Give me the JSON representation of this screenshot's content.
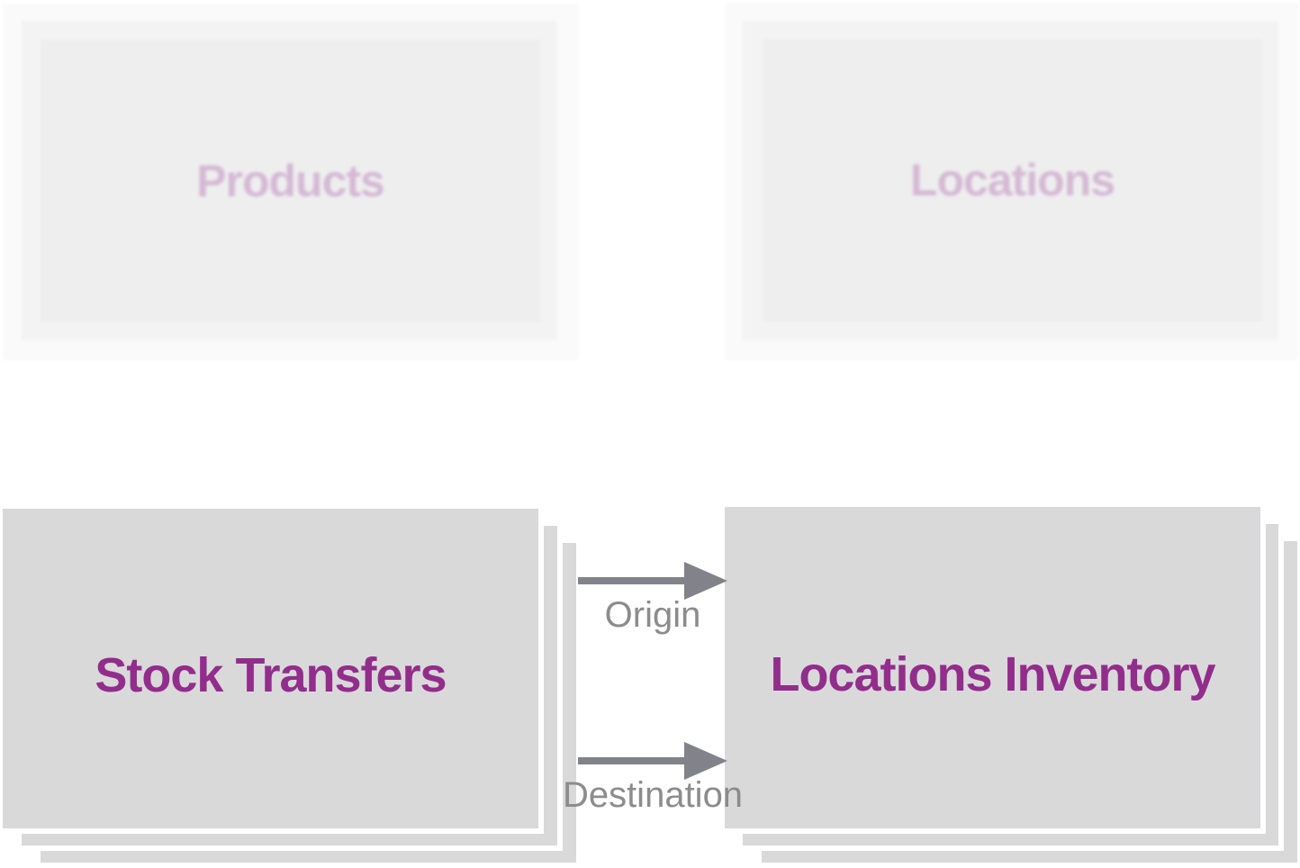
{
  "cards": {
    "products": {
      "label": "Products",
      "state": "faded"
    },
    "locations": {
      "label": "Locations",
      "state": "faded"
    },
    "stock_transfers": {
      "label": "Stock Transfers",
      "state": "highlighted"
    },
    "locations_inventory": {
      "label": "Locations Inventory",
      "state": "highlighted"
    }
  },
  "relations": {
    "origin": {
      "label": "Origin",
      "from": "Stock Transfers",
      "to": "Locations Inventory"
    },
    "destination": {
      "label": "Destination",
      "from": "Stock Transfers",
      "to": "Locations Inventory"
    }
  },
  "colors": {
    "card_gray": "#d9d9da",
    "faded_card_gray": "#eeeeef",
    "accent_purple": "#922d8c",
    "faded_purple": "rgba(146,45,140,0.27)",
    "arrow_gray": "#82828b",
    "label_gray": "#8c8c8c"
  }
}
